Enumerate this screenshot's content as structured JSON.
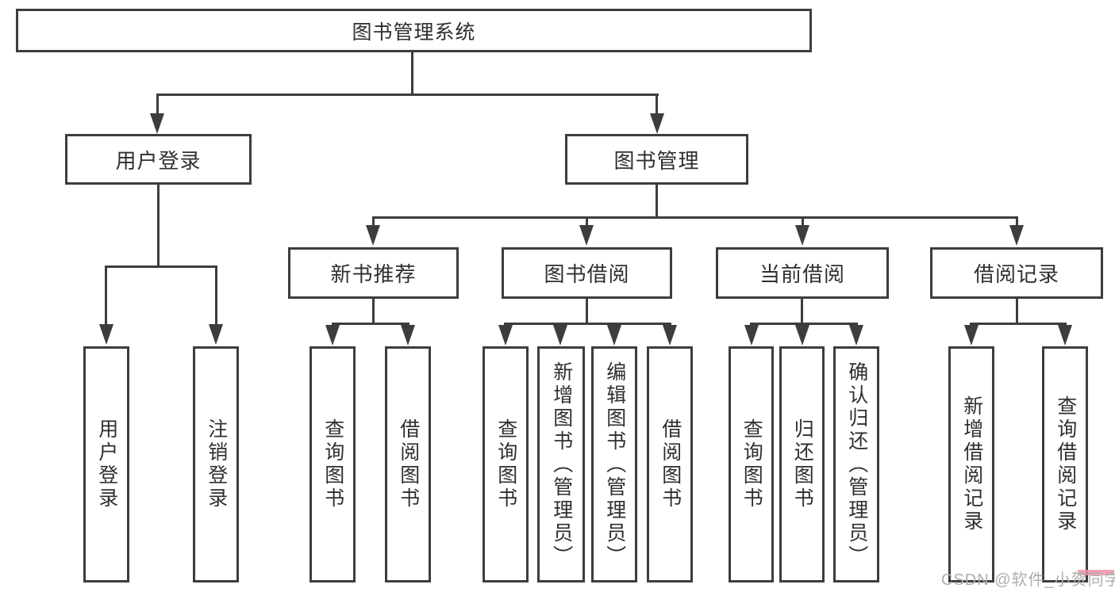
{
  "colors": {
    "background": "#ffffff",
    "box_border": "#3d3d3d",
    "connector_line": "#3d3d3d",
    "text": "#2f2f2f",
    "watermark_text": "#aeaeae",
    "watermark_accent": "#ee8fa3"
  },
  "diagram": {
    "root": {
      "label": "图书管理系统"
    },
    "level2": [
      {
        "label": "用户登录"
      },
      {
        "label": "图书管理"
      }
    ],
    "level3": [
      {
        "label": "新书推荐",
        "parent": "图书管理"
      },
      {
        "label": "图书借阅",
        "parent": "图书管理"
      },
      {
        "label": "当前借阅",
        "parent": "图书管理"
      },
      {
        "label": "借阅记录",
        "parent": "图书管理"
      }
    ],
    "leaves": [
      {
        "label": "用户登录",
        "parent": "用户登录"
      },
      {
        "label": "注销登录",
        "parent": "用户登录"
      },
      {
        "label": "查询图书",
        "parent": "新书推荐"
      },
      {
        "label": "借阅图书",
        "parent": "新书推荐"
      },
      {
        "label": "查询图书",
        "parent": "图书借阅"
      },
      {
        "label": "新增图书（管理员）",
        "parent": "图书借阅"
      },
      {
        "label": "编辑图书（管理员）",
        "parent": "图书借阅"
      },
      {
        "label": "借阅图书",
        "parent": "图书借阅"
      },
      {
        "label": "查询图书",
        "parent": "当前借阅"
      },
      {
        "label": "归还图书",
        "parent": "当前借阅"
      },
      {
        "label": "确认归还（管理员）",
        "parent": "当前借阅"
      },
      {
        "label": "新增借阅记录",
        "parent": "借阅记录"
      },
      {
        "label": "查询借阅记录",
        "parent": "借阅记录"
      }
    ]
  },
  "watermark": {
    "text": "CSDN @软件_小贺同学"
  }
}
